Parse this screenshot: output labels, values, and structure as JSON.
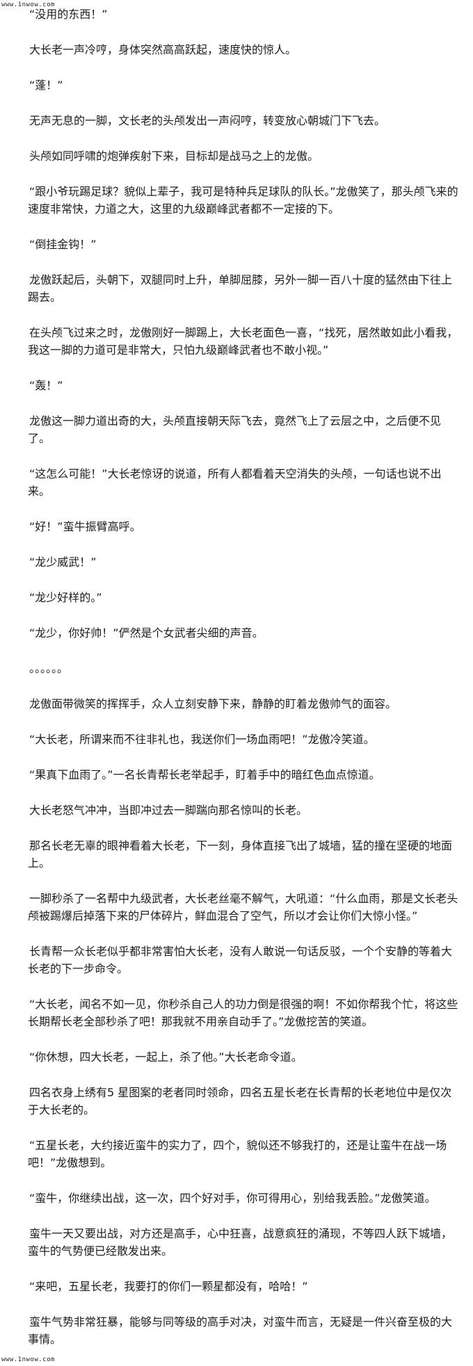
{
  "watermark_top": "www.1nwow.com",
  "watermark_bottom": "www.1nwow.com",
  "paragraphs": [
    "“没用的东西！”",
    "大长老一声冷哼，身体突然高高跃起，速度快的惊人。",
    "“蓬！”",
    "无声无息的一脚，文长老的头颅发出一声闷哼，转变放心朝城门下飞去。",
    "头颅如同呼啸的炮弹疾射下来，目标却是战马之上的龙傲。",
    "“跟小爷玩踢足球？貌似上辈子，我可是特种兵足球队的队长。”龙傲笑了，那头颅飞来的速度非常快，力道之大，这里的九级巅峰武者都不一定接的下。",
    "“倒挂金钩！”",
    "龙傲跃起后，头朝下，双腿同时上升，单脚屈膝，另外一脚一百八十度的猛然由下往上踢去。",
    "在头颅飞过来之时，龙傲刚好一脚踢上，大长老面色一喜，“找死，居然敢如此小看我，我这一脚的力道可是非常大，只怕九级巅峰武者也不敢小视。”",
    "“轰！”",
    "龙傲这一脚力道出奇的大，头颅直接朝天际飞去，竟然飞上了云层之中，之后便不见了。",
    "“这怎么可能！”大长老惊讶的说道，所有人都看着天空消失的头颅，一句话也说不出来。",
    "“好！”蛮牛振臂高呼。",
    "“龙少威武！”",
    "“龙少好样的。”",
    "“龙少，你好帅！”俨然是个女武者尖细的声音。",
    "。。。。。。",
    "龙傲面带微笑的挥挥手，众人立刻安静下来，静静的盯着龙傲帅气的面容。",
    "“大长老，所谓来而不往非礼也，我送你们一场血雨吧！”龙傲冷笑道。",
    "“果真下血雨了。”一名长青帮长老举起手，盯着手中的暗红色血点惊道。",
    "大长老怒气冲冲，当即冲过去一脚踹向那名惊叫的长老。",
    "那名长老无辜的眼神看着大长老，下一刻，身体直接飞出了城墙，猛的撞在坚硬的地面上。",
    "一脚秒杀了一名帮中九级武者，大长老丝毫不解气，大吼道：“什么血雨，那是文长老头颅被踢爆后掉落下来的尸体碎片，鲜血混合了空气，所以才会让你们大惊小怪。”",
    "长青帮一众长老似乎都非常害怕大长老，没有人敢说一句话反驳，一个个安静的等着大长老的下一步命令。",
    "“大长老，闻名不如一见，你秒杀自己人的功力倒是很强的啊！不如你帮我个忙，将这些长期帮长老全部秒杀了吧！那我就不用亲自动手了。”龙傲挖苦的笑道。",
    "“你休想，四大长老，一起上，杀了他。”大长老命令道。",
    "四名衣身上绣有5 星图案的老者同时领命，四名五星长老在长青帮的长老地位中是仅次于大长老的。",
    "“五星长老，大约接近蛮牛的实力了，四个，貌似还不够我打的，还是让蛮牛在战一场吧！”龙傲想到。",
    "“蛮牛，你继续出战，这一次，四个好对手，你可得用心，别给我丢脸。”龙傲笑道。",
    "蛮牛一天又要出战，对方还是高手，心中狂喜，战意疯狂的涌现，不等四人跃下城墙，蛮牛的气势便已经散发出来。",
    "“来吧，五星长老，我要打的你们一颗星都没有，哈哈！”",
    "蛮牛气势非常狂暴，能够与同等级的高手对决，对蛮牛而言，无疑是一件兴奋至极的大事情。"
  ]
}
